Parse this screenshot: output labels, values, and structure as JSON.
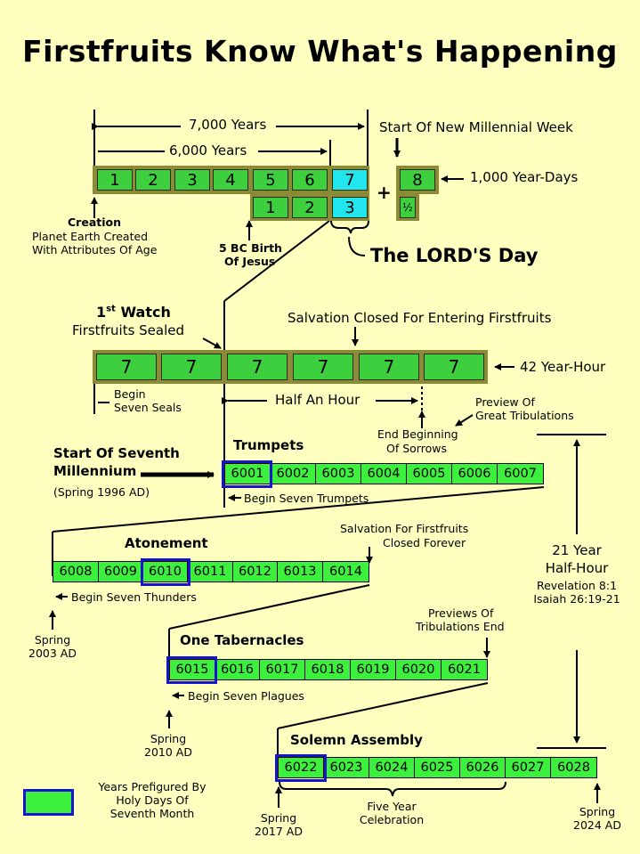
{
  "title": "Firstfruits Know What's Happening",
  "top": {
    "seven_thousand": "7,000 Years",
    "six_thousand": "6,000 Years",
    "new_week": "Start Of New Millennial Week",
    "row1": [
      "1",
      "2",
      "3",
      "4",
      "5",
      "6",
      "7"
    ],
    "row2": [
      "1",
      "2",
      "3"
    ],
    "plus": "+",
    "eight": "8",
    "half": "½",
    "year_days": "1,000 Year-Days",
    "creation": "Creation",
    "creation_sub1": "Planet Earth Created",
    "creation_sub2": "With Attributes Of Age",
    "birth1": "5 BC Birth",
    "birth2": "Of Jesus",
    "lords_day": "The LORD'S Day"
  },
  "watch": {
    "first": "1",
    "st": "st",
    "watch_word": "Watch",
    "sealed": "Firstfruits Sealed",
    "salvation_closed": "Salvation Closed For Entering Firstfruits",
    "cells": [
      "7",
      "7",
      "7",
      "7",
      "7",
      "7"
    ],
    "year_hour": "42 Year-Hour",
    "begin1": "Begin",
    "begin2": "Seven Seals",
    "half_hour": "Half An Hour",
    "end1": "End Beginning",
    "end2": "Of Sorrows",
    "preview1": "Preview Of",
    "preview2": "Great Tribulations"
  },
  "trumpets": {
    "heading": "Trumpets",
    "start1": "Start Of Seventh",
    "start2": "Millennium",
    "spring": "(Spring 1996 AD)",
    "years": [
      "6001",
      "6002",
      "6003",
      "6004",
      "6005",
      "6006",
      "6007"
    ],
    "begin": "Begin Seven Trumpets"
  },
  "atonement": {
    "heading": "Atonement",
    "salv1": "Salvation For Firstfruits",
    "salv2": "Closed Forever",
    "years": [
      "6008",
      "6009",
      "6010",
      "6011",
      "6012",
      "6013",
      "6014"
    ],
    "begin": "Begin Seven Thunders",
    "spring1": "Spring",
    "spring2": "2003 AD"
  },
  "halfhour": {
    "line1": "21 Year",
    "line2": "Half-Hour",
    "ref1": "Revelation 8:1",
    "ref2": "Isaiah 26:19-21"
  },
  "tabernacles": {
    "heading": "One Tabernacles",
    "prev1": "Previews Of",
    "prev2": "Tribulations End",
    "years": [
      "6015",
      "6016",
      "6017",
      "6018",
      "6019",
      "6020",
      "6021"
    ],
    "begin": "Begin Seven Plagues",
    "spring1": "Spring",
    "spring2": "2010 AD"
  },
  "solemn": {
    "heading": "Solemn Assembly",
    "years": [
      "6022",
      "6023",
      "6024",
      "6025",
      "6026",
      "6027",
      "6028"
    ],
    "spring_a1": "Spring",
    "spring_a2": "2017 AD",
    "five1": "Five Year",
    "five2": "Celebration",
    "spring_b1": "Spring",
    "spring_b2": "2024 AD"
  },
  "legend": {
    "l1": "Years Prefigured By",
    "l2": "Holy Days Of",
    "l3": "Seventh Month"
  },
  "colors": {
    "background": "#ffffc0",
    "cell_green": "#3ecf3e",
    "cell_cyan": "#22e6ee",
    "frame_olive": "#8a8a37",
    "highlight_blue": "#1515d0"
  }
}
